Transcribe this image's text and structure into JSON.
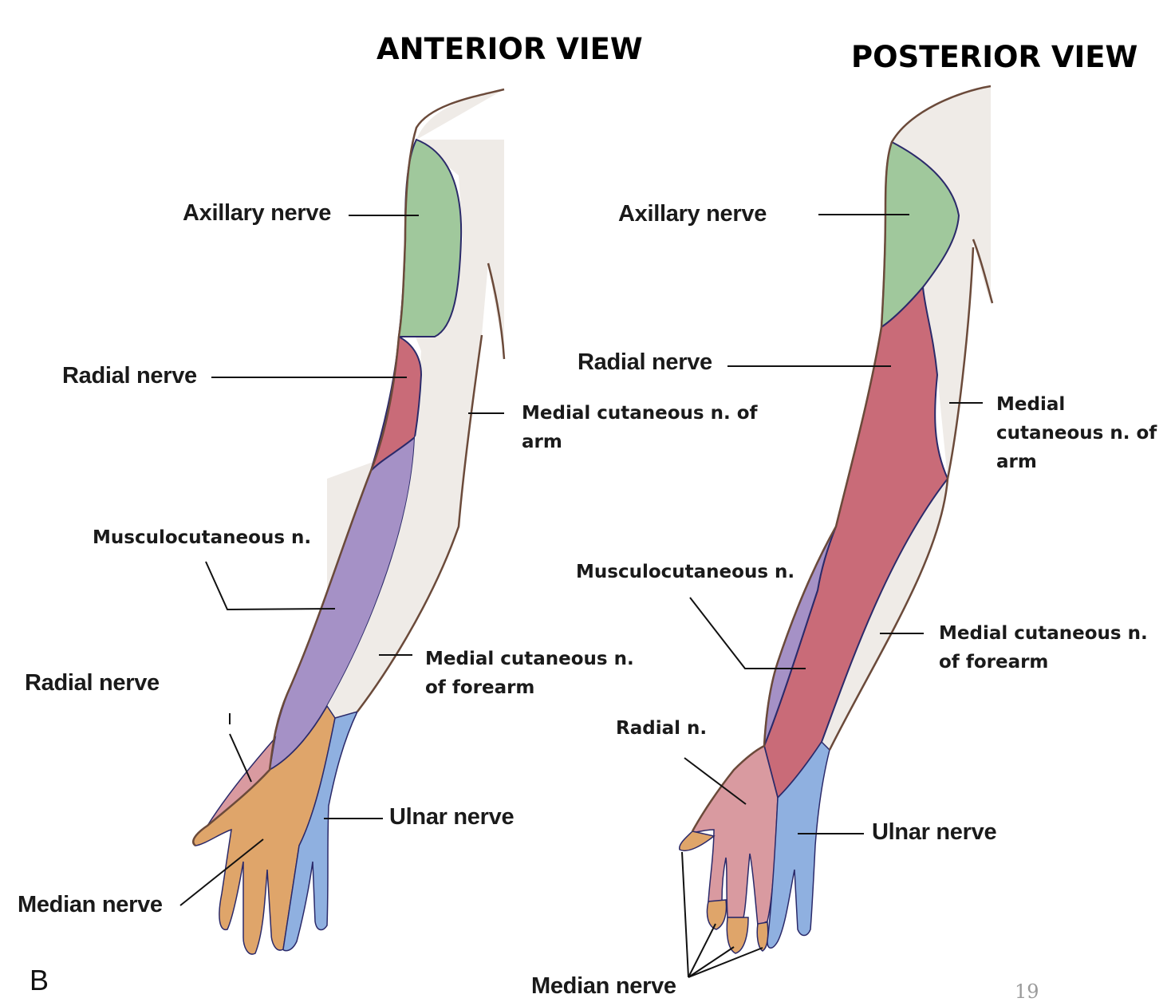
{
  "headings": {
    "anterior": "ANTERIOR VIEW",
    "posterior": "POSTERIOR VIEW"
  },
  "anterior_labels": {
    "axillary": "Axillary nerve",
    "radial_upper": "Radial nerve",
    "medial_arm": "Medial cutaneous n. of arm",
    "musculocutaneous": "Musculocutaneous n.",
    "radial_lower": "Radial nerve",
    "medial_forearm": "Medial cutaneous n. of forearm",
    "ulnar": "Ulnar nerve",
    "median": "Median nerve"
  },
  "posterior_labels": {
    "axillary": "Axillary nerve",
    "radial": "Radial nerve",
    "medial_arm": "Medial cutaneous n. of arm",
    "musculocutaneous": "Musculocutaneous n.",
    "medial_forearm": "Medial cutaneous n. of forearm",
    "radial_hand": "Radial n.",
    "ulnar": "Ulnar nerve",
    "median": "Median nerve"
  },
  "figure_letter": "B",
  "page_number": "19",
  "colors": {
    "axillary": "#a0c89c",
    "radial": "#c96b78",
    "radial_hand": "#d99aa0",
    "musculocutaneous": "#a591c6",
    "median": "#dfa56a",
    "ulnar": "#8fb0e0",
    "skin": "#efebe7",
    "outline": "#6b4a3a",
    "border": "#3a2a6a"
  }
}
